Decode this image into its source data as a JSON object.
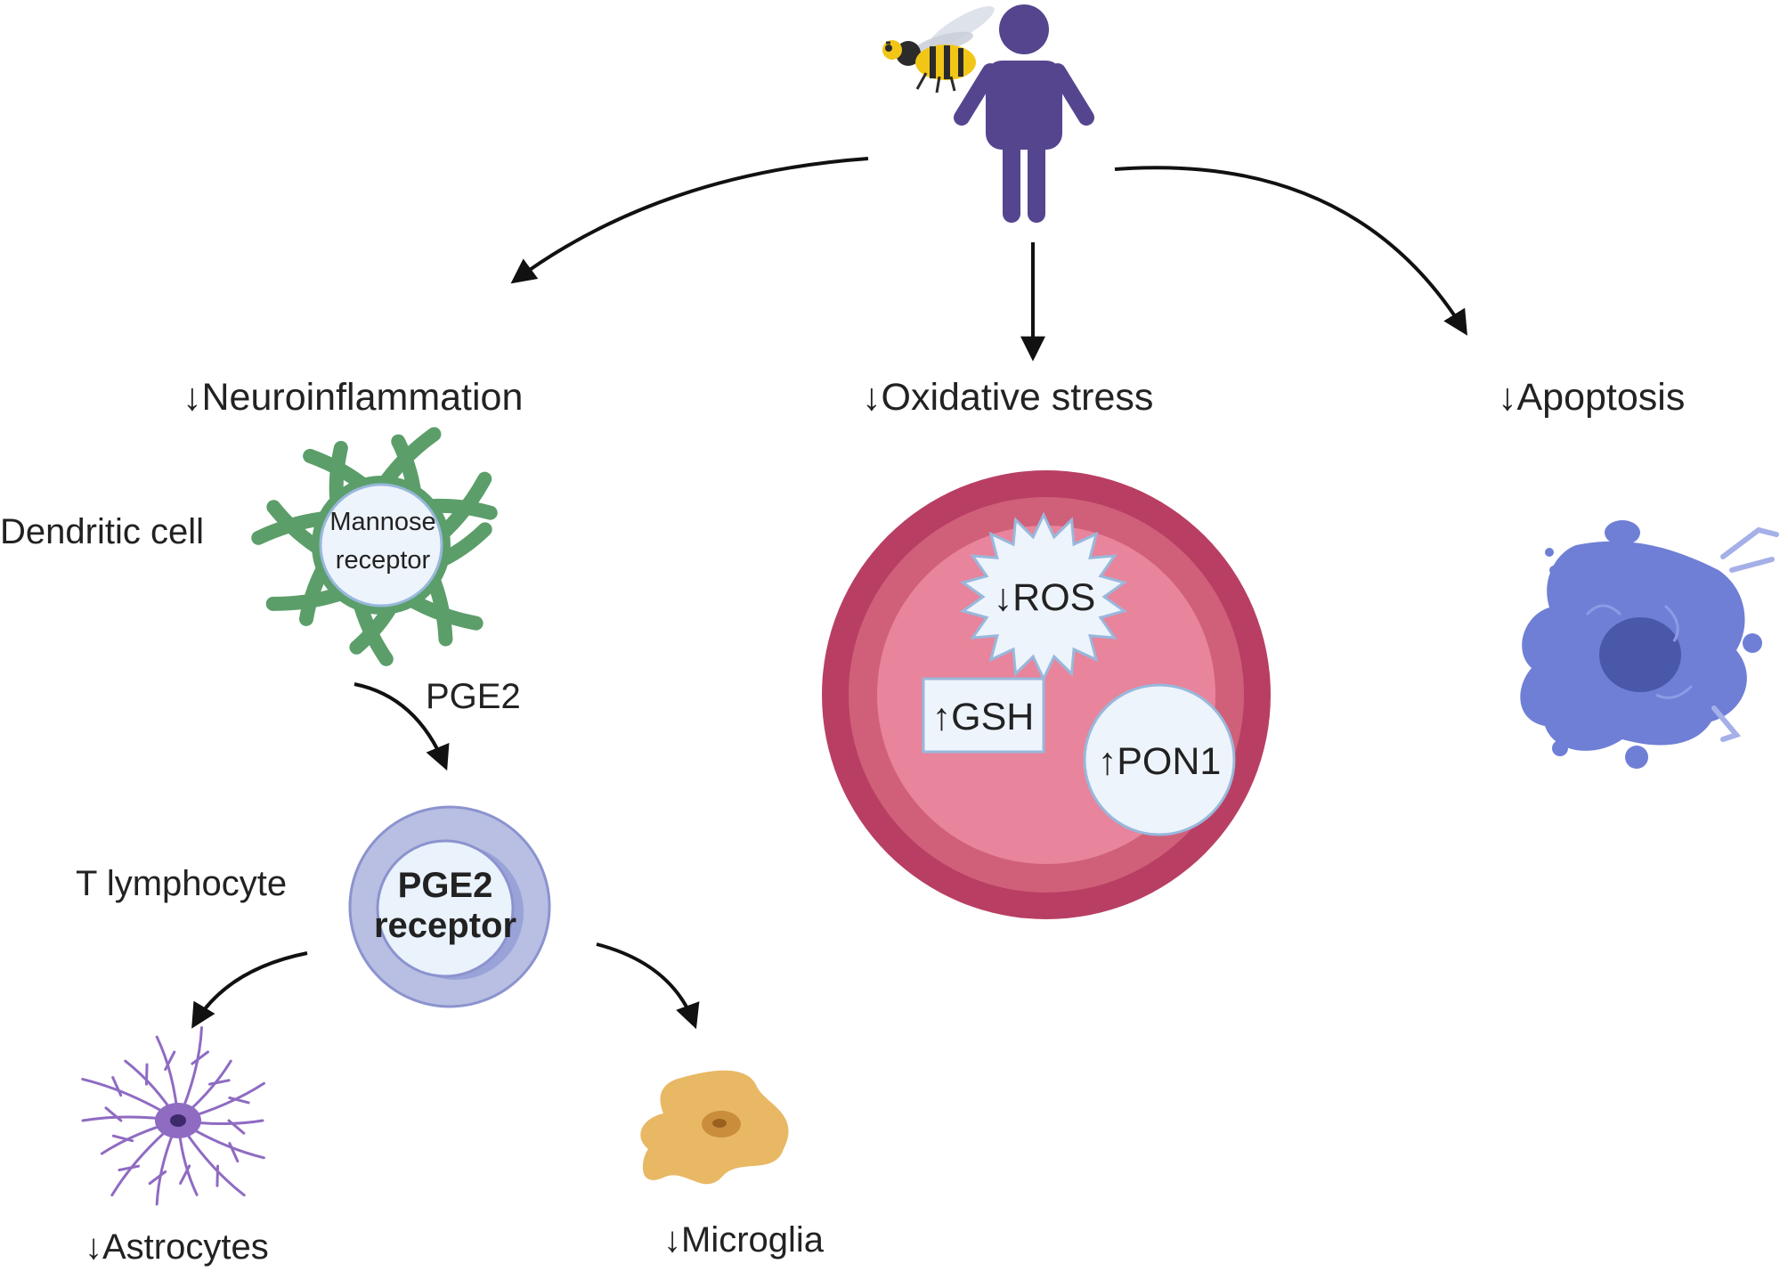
{
  "effects": {
    "neuroinflammation": "↓Neuroinflammation",
    "oxidative_stress": "↓Oxidative stress",
    "apoptosis": "↓Apoptosis"
  },
  "neuro": {
    "dendritic_cell": "Dendritic cell",
    "mannose_line1": "Mannose",
    "mannose_line2": "receptor",
    "pge2": "PGE2",
    "t_lymphocyte": "T lymphocyte",
    "receptor_line1": "PGE2",
    "receptor_line2": "receptor",
    "astrocytes": "↓Astrocytes",
    "microglia": "↓Microglia"
  },
  "oxidative": {
    "ros": "↓ROS",
    "gsh": "↑GSH",
    "pon1": "↑PON1"
  },
  "colors": {
    "person": "#55458f",
    "dendritic_cell": "#5c9e6a",
    "red_cell_outer": "#b83f63",
    "red_cell_inner": "#e8849b",
    "astrocyte": "#8f6bc2",
    "microglia": "#e8b865",
    "apoptotic_cell": "#6f7fd6"
  }
}
